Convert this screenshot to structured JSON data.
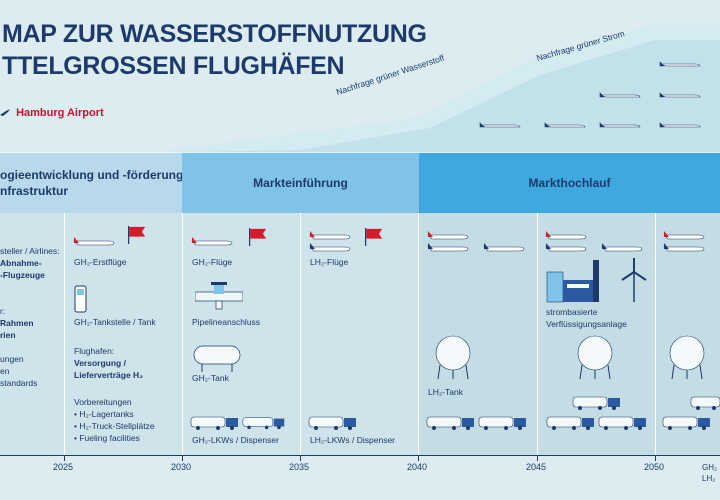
{
  "title": {
    "line1": "MAP ZUR WASSERSTOFFNUTZUNG",
    "line2": "TTELGROSSEN FLUGHÄFEN"
  },
  "logo": {
    "text": "Hamburg Airport"
  },
  "demand": {
    "hydrogen": "Nachfrage grüner Wasserstoff",
    "power": "Nachfrage grüner Strom"
  },
  "phases": [
    {
      "label": "ogieentwicklung und -förderung\nnfrastruktur"
    },
    {
      "label": "Markteinführung"
    },
    {
      "label": "Markthochlauf"
    }
  ],
  "col0": {
    "lines": [
      "steller / Airlines:",
      "Abnahme-",
      "-Flugzeuge",
      "r:",
      "Rahmen",
      "rien",
      "ungen",
      "en",
      "standards"
    ]
  },
  "col1": {
    "flights": "GH₂-Erstflüge",
    "station": "GH₂-Tankstelle / Tank",
    "airports_head": "Flughafen:",
    "airports_1": "Versorgung /",
    "airports_2": "Lieferverträge H₂",
    "prep_head": "Vorbereitungen",
    "prep": [
      "H₂-Lagertanks",
      "H₂-Truck-Stellplätze",
      "Fueling facilities"
    ]
  },
  "col2": {
    "flights": "GH₂-Flüge",
    "pipeline": "Pipelineanschluss",
    "tank": "GH₂-Tank",
    "trucks": "GH₂-LKWs / Dispenser"
  },
  "col3": {
    "flights": "LH₂-Flüge",
    "trucks": "LH₂-LKWs / Dispenser"
  },
  "col4": {
    "plant_1": "strombasierte",
    "plant_2": "Verflüssigungsanlage",
    "tank": "LH₂-Tank"
  },
  "years": [
    "2025",
    "2030",
    "2035",
    "2040",
    "2045",
    "2050"
  ],
  "legend": {
    "gh2": "GH₂",
    "lh2": "LH₂"
  },
  "colors": {
    "navy": "#1d3a6b",
    "red": "#d21e2b",
    "phase1": "#b8d8ec",
    "phase2": "#7fc3e8",
    "phase3": "#3fa9df",
    "demand_band": "#bcdde6"
  }
}
